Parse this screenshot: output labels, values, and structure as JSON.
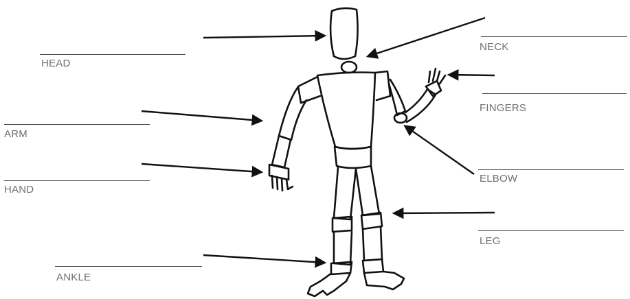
{
  "diagram": {
    "labels": {
      "head": "HEAD",
      "neck": "NECK",
      "fingers": "FINGERS",
      "arm": "ARM",
      "hand": "HAND",
      "elbow": "ELBOW",
      "leg": "LEG",
      "ankle": "ANKLE"
    },
    "colors": {
      "ink": "#111111",
      "label_text": "#6f6f6f",
      "answer_line": "#4a4a4a"
    }
  }
}
